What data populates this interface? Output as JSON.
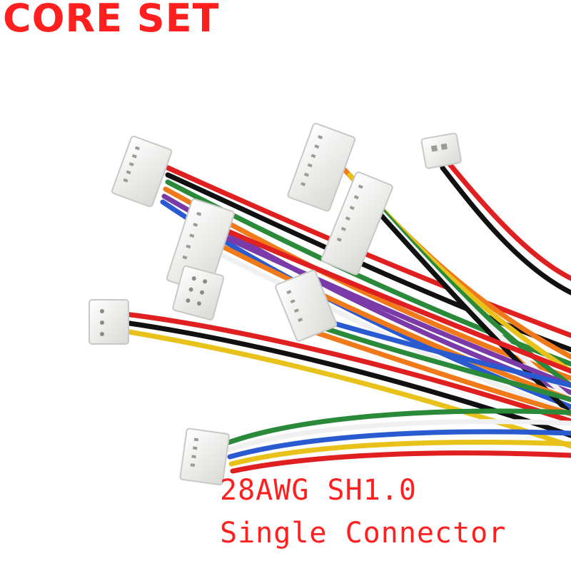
{
  "brand": {
    "logo_text": "CORE SET",
    "color": "#ff1f1f"
  },
  "caption": {
    "line1": "28AWG SH1.0",
    "line2": "Single Connector",
    "color": "#ff1f1f"
  },
  "photo": {
    "subject": "cable-harness-with-white-connectors",
    "wire_colors": [
      "#e02020",
      "#111111",
      "#f0f0f0",
      "#2a8a3a",
      "#e8c21a",
      "#f07a1a",
      "#7a3aa8",
      "#2a5ad0",
      "#b0b0b0",
      "#8a5a2a"
    ],
    "connector_color": "#f6f6f4"
  }
}
